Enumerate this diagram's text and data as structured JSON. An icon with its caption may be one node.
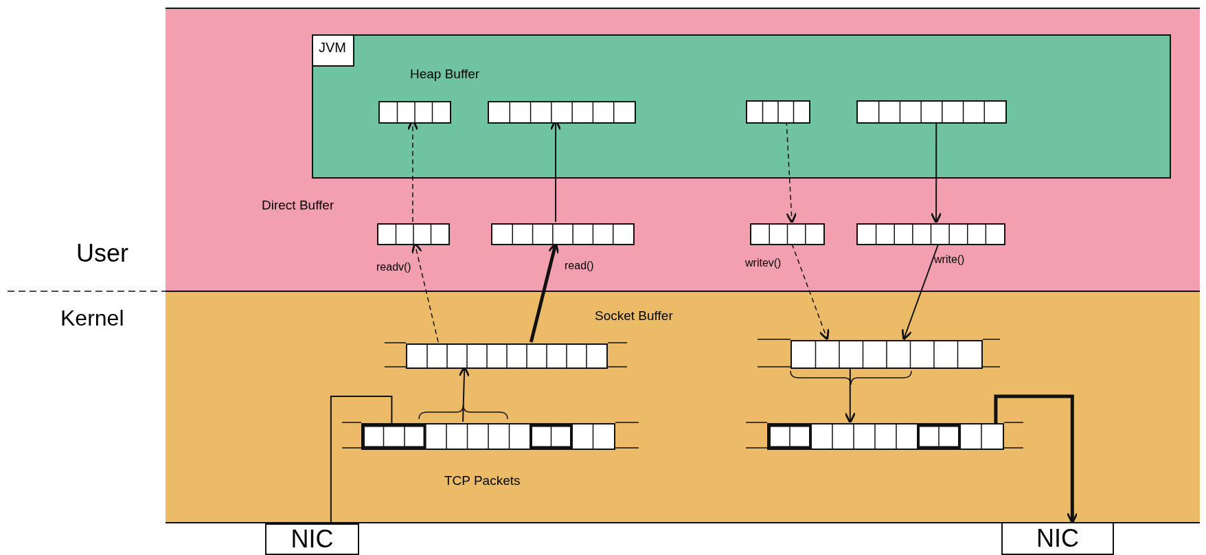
{
  "diagram": {
    "nodes": [
      {
        "text": [
          "User"
        ]
      },
      {
        "text": [
          "JVM"
        ],
        "in": 0
      },
      {
        "text": [],
        "shape": "bar",
        "in": 1
      },
      {
        "text": [],
        "shape": "bar",
        "in": 1
      },
      {
        "text": [],
        "shape": "bar",
        "in": 1
      },
      {
        "text": [],
        "shape": "bar",
        "in": 1
      },
      {
        "text": [],
        "shape": "bar",
        "in": 0
      },
      {
        "text": [],
        "shape": "bar",
        "in": 0
      },
      {
        "text": [],
        "shape": "bar",
        "in": 0
      },
      {
        "text": [],
        "shape": "bar",
        "in": 0
      },
      {
        "text": [
          "Kernel"
        ]
      },
      {
        "text": [],
        "shape": "bar",
        "in": 10
      },
      {
        "text": [],
        "shape": "bar",
        "in": 10
      },
      {
        "text": [],
        "shape": "bar",
        "in": 10
      },
      {
        "text": [],
        "shape": "bar",
        "in": 10
      },
      {
        "text": [
          "NIC"
        ]
      },
      {
        "text": [
          "NIC"
        ]
      }
    ],
    "edges": [
      {
        "from": 6,
        "to": 2,
        "arrow": "to",
        "style": "dashed"
      },
      {
        "from": 7,
        "to": 3,
        "arrow": "to"
      },
      {
        "from": 4,
        "to": 8,
        "arrow": "to",
        "style": "dashed"
      },
      {
        "from": 5,
        "to": 9,
        "arrow": "to"
      },
      {
        "from": 11,
        "to": 6,
        "arrow": "to",
        "style": "dashed",
        "label": "readv()"
      },
      {
        "from": 11,
        "to": 7,
        "arrow": "to",
        "style": "thick",
        "label": "read()"
      },
      {
        "from": 8,
        "to": 12,
        "arrow": "to",
        "style": "dashed",
        "label": "writev()"
      },
      {
        "from": 9,
        "to": 12,
        "arrow": "to",
        "label": "write()"
      },
      {
        "from": 13,
        "to": 11,
        "arrow": "to"
      },
      {
        "from": 12,
        "to": 14,
        "arrow": "to"
      },
      {
        "from": 15,
        "to": 13,
        "arrow": "to"
      },
      {
        "from": 14,
        "to": 16,
        "arrow": "to",
        "style": "thick"
      }
    ],
    "labels": [
      "Heap Buffer",
      "Direct Buffer",
      "Socket Buffer",
      "TCP Packets"
    ]
  }
}
